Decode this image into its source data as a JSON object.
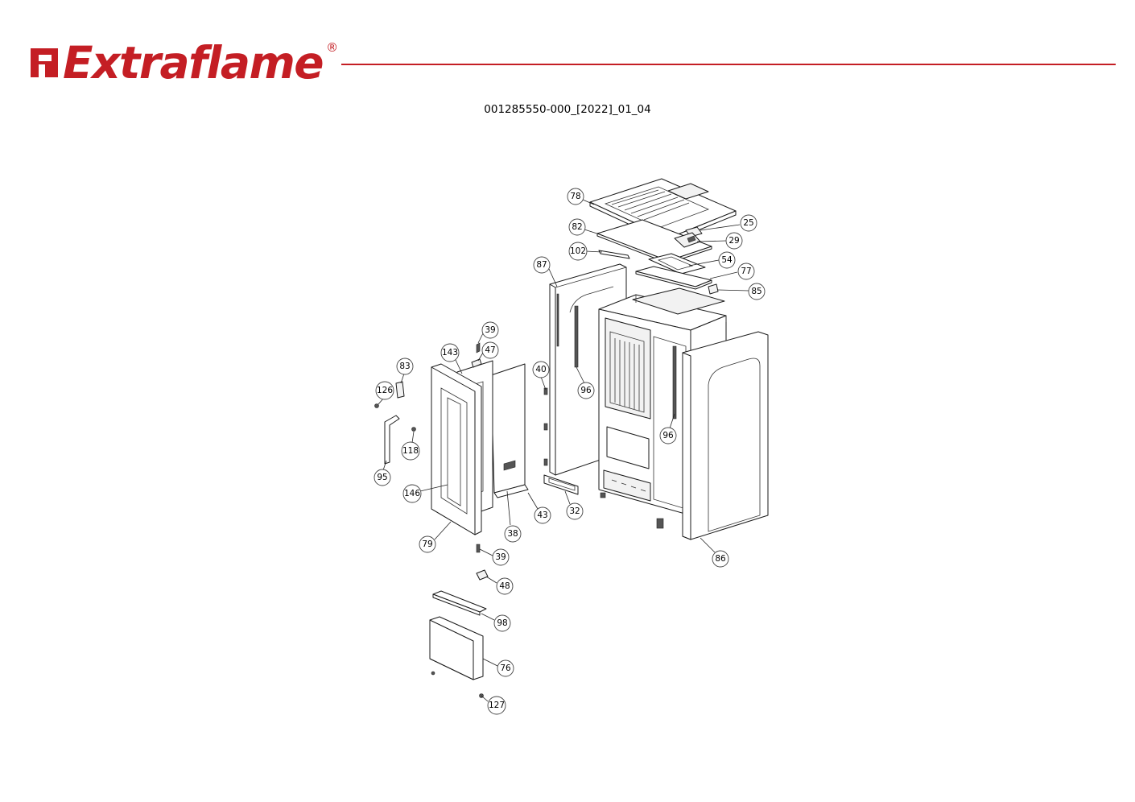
{
  "header": {
    "brand": "Extraflame",
    "registered": "®",
    "brand_color": "#c41e24",
    "document_code": "001285550-000_[2022]_01_04"
  },
  "diagram": {
    "callouts": [
      "78",
      "25",
      "82",
      "29",
      "102",
      "54",
      "87",
      "77",
      "85",
      "39",
      "143",
      "47",
      "83",
      "40",
      "96",
      "126",
      "96",
      "118",
      "95",
      "146",
      "43",
      "32",
      "38",
      "79",
      "86",
      "39",
      "48",
      "98",
      "76",
      "127"
    ]
  }
}
